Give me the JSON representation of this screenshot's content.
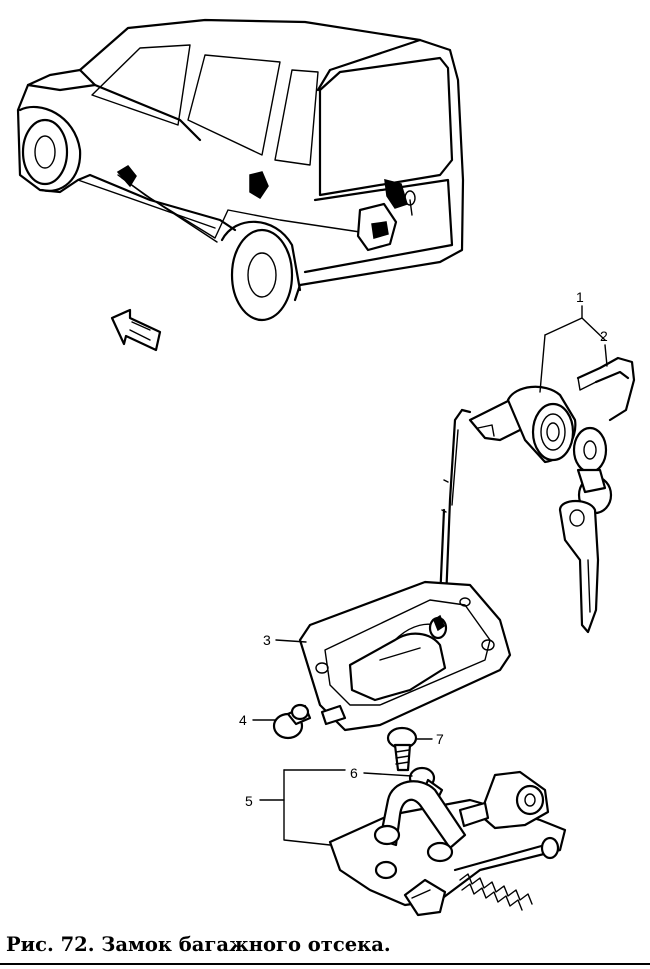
{
  "caption": "Рис. 72. Замок багажного отсека.",
  "callouts": {
    "c1": "1",
    "c2": "2",
    "c3": "3",
    "c4": "4",
    "c5": "5",
    "c6": "6",
    "c7": "7"
  },
  "parts": [
    {
      "callout": "1",
      "part": "lock-cylinder-with-keys"
    },
    {
      "callout": "2",
      "part": "retaining-clip"
    },
    {
      "callout": "3",
      "part": "lock-cover-plate"
    },
    {
      "callout": "4",
      "part": "bolt"
    },
    {
      "callout": "5",
      "part": "latch-assembly"
    },
    {
      "callout": "6",
      "part": "bolt"
    },
    {
      "callout": "7",
      "part": "bolt"
    }
  ],
  "colors": {
    "ink": "#000000",
    "paper": "#ffffff"
  }
}
